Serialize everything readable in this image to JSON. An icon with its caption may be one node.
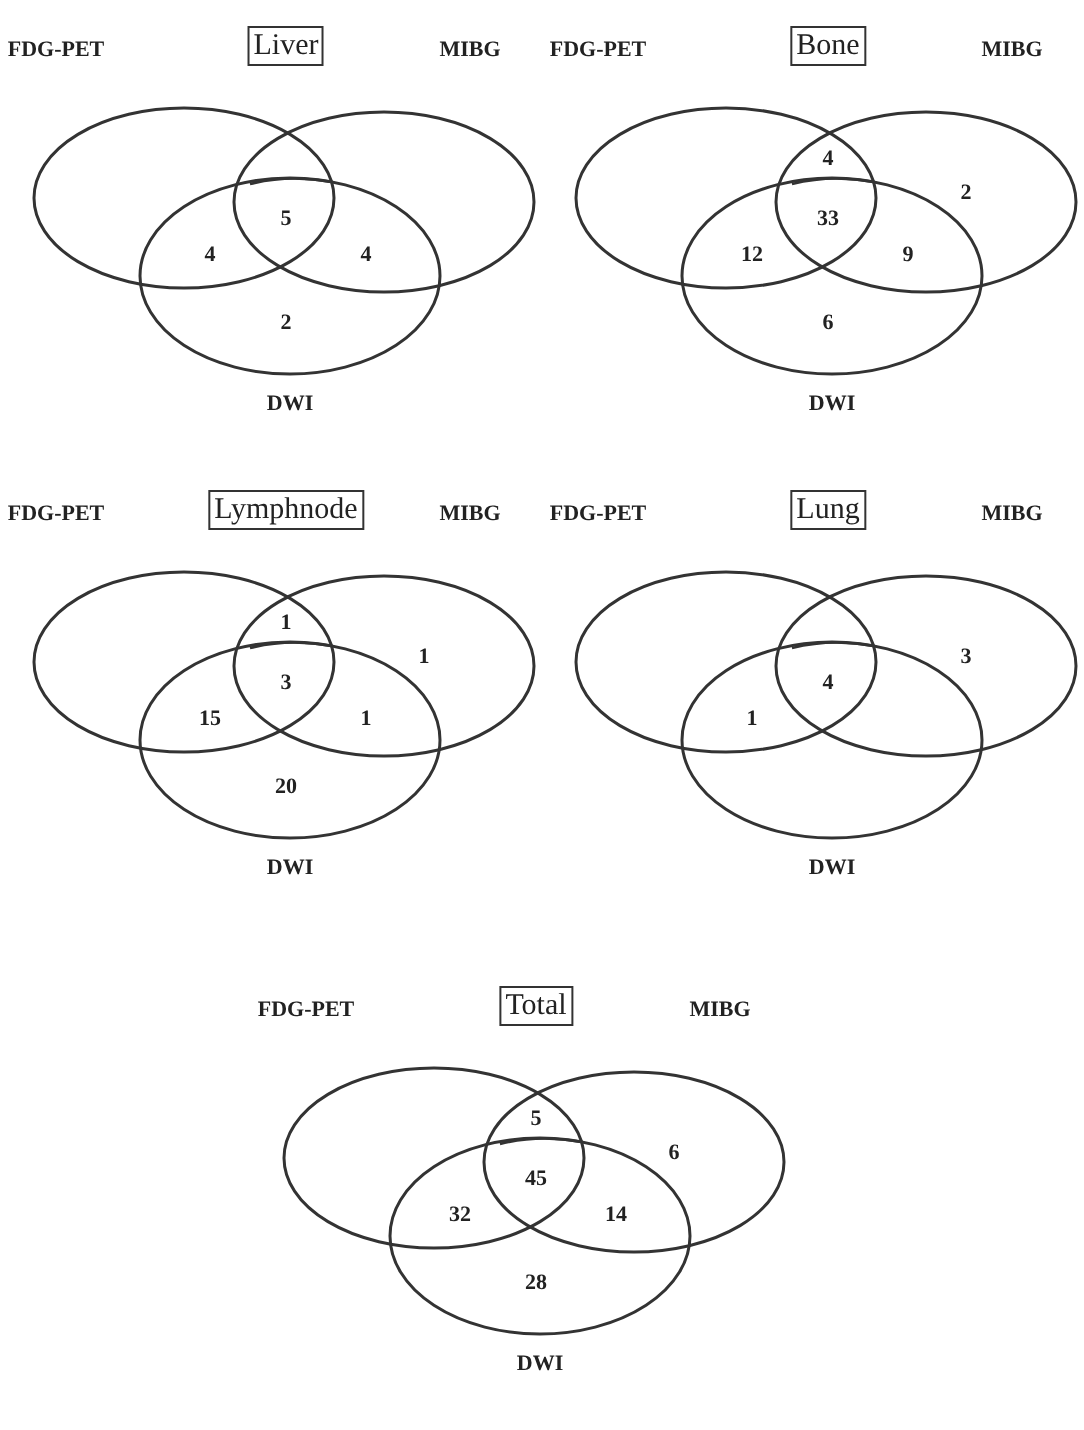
{
  "diagram": {
    "nodes": [
      {
        "text": [
          "FDG-PET"
        ]
      },
      {
        "text": [
          "Liver"
        ]
      },
      {
        "text": [
          "MIBG"
        ]
      },
      {
        "text": [
          "DWI"
        ]
      },
      {
        "text": [
          "FDG-PET"
        ]
      },
      {
        "text": [
          "Bone"
        ]
      },
      {
        "text": [
          "MIBG"
        ]
      },
      {
        "text": [
          "DWI"
        ]
      },
      {
        "text": [
          "FDG-PET"
        ]
      },
      {
        "text": [
          "Lymphnode"
        ]
      },
      {
        "text": [
          "MIBG"
        ]
      },
      {
        "text": [
          "DWI"
        ]
      },
      {
        "text": [
          "FDG-PET"
        ]
      },
      {
        "text": [
          "Lung"
        ]
      },
      {
        "text": [
          "MIBG"
        ]
      },
      {
        "text": [
          "DWI"
        ]
      },
      {
        "text": [
          "FDG-PET"
        ]
      },
      {
        "text": [
          "Total"
        ]
      },
      {
        "text": [
          "MIBG"
        ]
      },
      {
        "text": [
          "DWI"
        ]
      }
    ],
    "labels": [
      "5",
      "4",
      "4",
      "2",
      "4",
      "2",
      "33",
      "12",
      "9",
      "6",
      "1",
      "1",
      "3",
      "15",
      "1",
      "20",
      "3",
      "4",
      "1",
      "5",
      "6",
      "45",
      "32",
      "14",
      "28"
    ]
  }
}
